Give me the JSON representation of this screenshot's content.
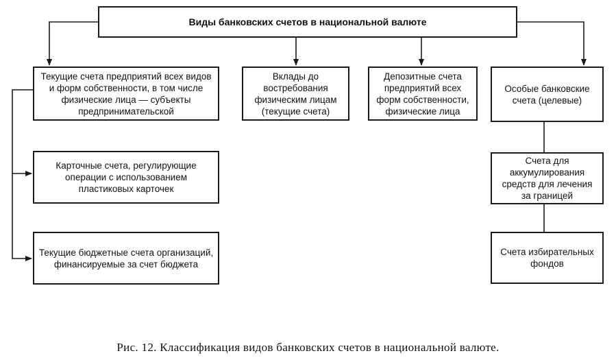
{
  "diagram": {
    "title": "Виды банковских счетов в национальной валюте",
    "boxes": {
      "current_enterprise": "Текущие счета предприятий всех видов и форм собственности, в том числе физические лица — субъекты предпринимательской",
      "demand_deposits": "Вклады до востребования физическим лицам (текущие счета)",
      "deposit_accounts": "Депозитные счета предприятий всех форм собственности, физические лица",
      "special_accounts": "Особые банковские счета (целевые)",
      "card_accounts": "Карточные счета, регулирующие операции с использованием пластиковых карточек",
      "budget_accounts": "Текущие бюджетные счета организаций, финансируемые за счет бюджета",
      "treatment_abroad": "Счета для аккумулирования средств для лечения за границей",
      "election_funds": "Счета избирательных фондов"
    }
  },
  "caption": "Рис. 12. Классификация видов банковских счетов в национальной валюте."
}
